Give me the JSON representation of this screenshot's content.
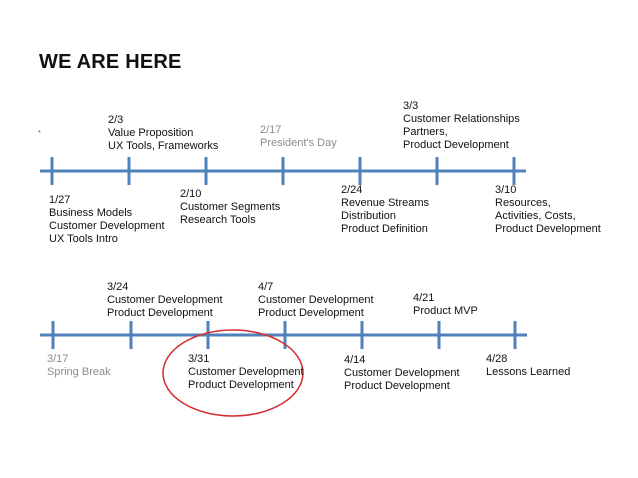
{
  "title": "WE ARE HERE",
  "bullet": "•",
  "colors": {
    "axis": "#4f81bd",
    "highlight": "#d62d2d",
    "muted": "#8c8c8c",
    "text": "#111111"
  },
  "row1": {
    "ticks": [
      {
        "date": "1/27",
        "lines": [
          "Business Models",
          "Customer Development",
          "UX Tools Intro"
        ]
      },
      {
        "date": "2/3",
        "lines": [
          "Value Proposition",
          "UX Tools, Frameworks"
        ]
      },
      {
        "date": "2/10",
        "lines": [
          "Customer Segments",
          "Research Tools"
        ]
      },
      {
        "date": "2/17",
        "lines": [
          "President's Day"
        ],
        "muted": true
      },
      {
        "date": "2/24",
        "lines": [
          "Revenue Streams",
          "Distribution",
          "Product Definition"
        ]
      },
      {
        "date": "3/3",
        "lines": [
          "Customer Relationships",
          "Partners,",
          "Product Development"
        ]
      },
      {
        "date": "3/10",
        "lines": [
          "Resources,",
          "Activities, Costs,",
          "Product Development"
        ]
      }
    ]
  },
  "row2": {
    "ticks": [
      {
        "date": "3/17",
        "lines": [
          "Spring Break"
        ],
        "muted": true
      },
      {
        "date": "3/24",
        "lines": [
          "Customer Development",
          "Product Development"
        ]
      },
      {
        "date": "3/31",
        "lines": [
          "Customer Development",
          "Product Development"
        ],
        "highlight": true
      },
      {
        "date": "4/7",
        "lines": [
          "Customer Development",
          "Product Development"
        ]
      },
      {
        "date": "4/14",
        "lines": [
          "Customer Development",
          "Product Development"
        ]
      },
      {
        "date": "4/21",
        "lines": [
          "Product MVP"
        ]
      },
      {
        "date": "4/28",
        "lines": [
          "Lessons Learned"
        ]
      }
    ]
  }
}
